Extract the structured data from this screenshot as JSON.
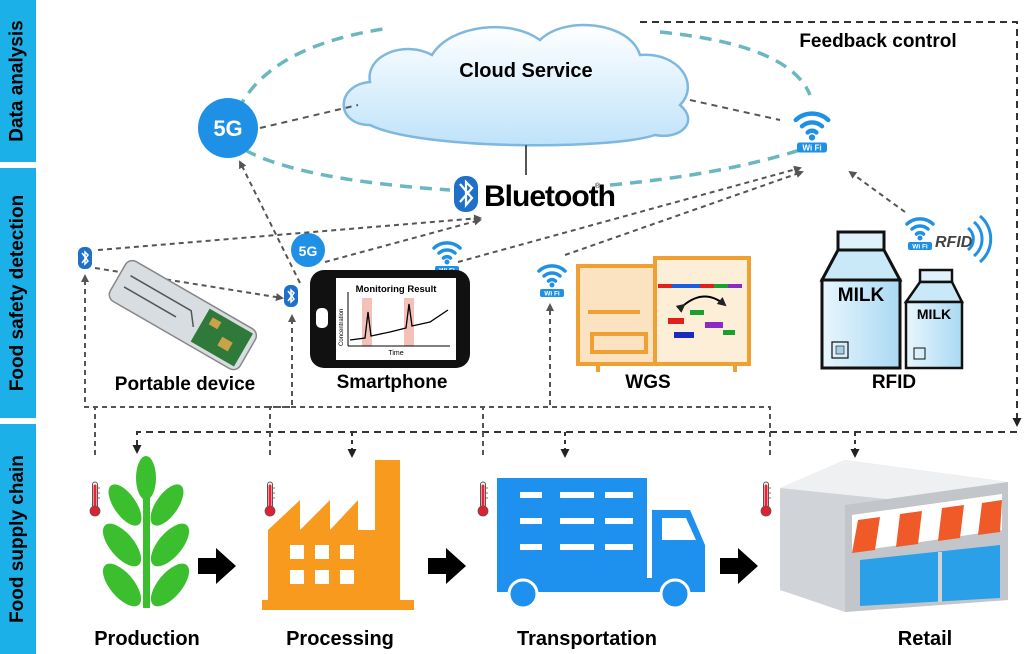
{
  "sidebar": {
    "sections": [
      {
        "label": "Data analysis"
      },
      {
        "label": "Food safety detection"
      },
      {
        "label": "Food supply chain"
      }
    ]
  },
  "cloud": {
    "label": "Cloud Service"
  },
  "feedback": {
    "label": "Feedback control"
  },
  "network": {
    "five_g": "5G",
    "bluetooth": "Bluetooth",
    "wifi": "Wi Fi",
    "rfid_tag": "RFID"
  },
  "devices": {
    "portable": "Portable device",
    "smartphone": "Smartphone",
    "wgs": "WGS",
    "rfid": "RFID",
    "screen": {
      "title": "Monitoring Result",
      "ylabel": "Concentration",
      "xlabel": "Time"
    },
    "milk": "MILK"
  },
  "stages": [
    {
      "label": "Production"
    },
    {
      "label": "Processing"
    },
    {
      "label": "Transportation"
    },
    {
      "label": "Retail"
    }
  ],
  "colors": {
    "sidebar": "#1cb0e8",
    "network": "#1e90e6",
    "plant": "#3cbf2e",
    "factory": "#f79a1e",
    "truck": "#1e90ee",
    "awning": "#f05a28",
    "cloud_border": "#7fb8df"
  }
}
